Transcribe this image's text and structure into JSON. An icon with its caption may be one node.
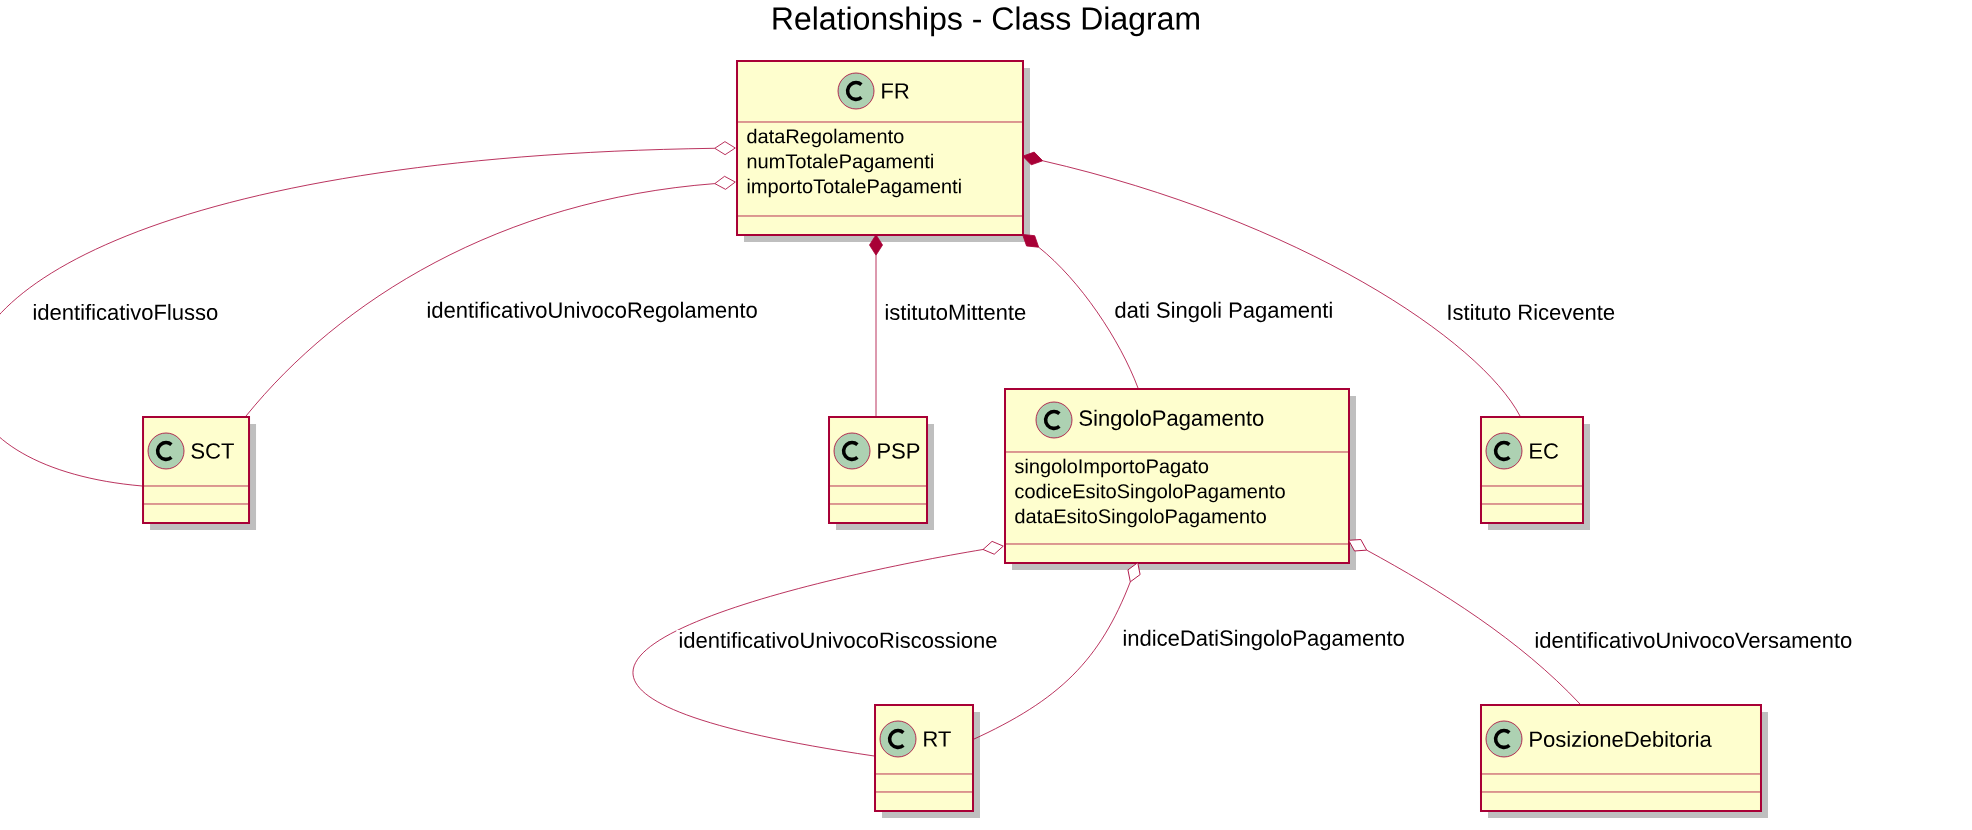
{
  "diagram": {
    "title": "Relationships - Class Diagram",
    "nodes": [
      {
        "text": [
          "FR",
          "dataRegolamento",
          "numTotalePagamenti",
          "importoTotalePagamenti"
        ]
      },
      {
        "text": [
          "SCT"
        ]
      },
      {
        "text": [
          "PSP"
        ]
      },
      {
        "text": [
          "SingoloPagamento",
          "singoloImportoPagato",
          "codiceEsitoSingoloPagamento",
          "dataEsitoSingoloPagamento"
        ]
      },
      {
        "text": [
          "EC"
        ]
      },
      {
        "text": [
          "RT"
        ]
      },
      {
        "text": [
          "PosizioneDebitoria"
        ]
      }
    ],
    "edges": [
      {
        "from": 0,
        "to": 1,
        "arrow": "other",
        "label": "identificativoFlusso"
      },
      {
        "from": 0,
        "to": 1,
        "arrow": "other",
        "label": "identificativoUnivocoRegolamento"
      },
      {
        "from": 0,
        "to": 2,
        "arrow": "other",
        "label": "istitutoMittente"
      },
      {
        "from": 0,
        "to": 3,
        "arrow": "other",
        "label": "dati Singoli Pagamenti"
      },
      {
        "from": 0,
        "to": 4,
        "arrow": "other",
        "label": "Istituto Ricevente"
      },
      {
        "from": 3,
        "to": 5,
        "arrow": "other",
        "label": "identificativoUnivocoRiscossione"
      },
      {
        "from": 3,
        "to": 5,
        "arrow": "other",
        "label": "indiceDatiSingoloPagamento"
      },
      {
        "from": 3,
        "to": 6,
        "arrow": "other",
        "label": "identificativoUnivocoVersamento"
      }
    ]
  }
}
